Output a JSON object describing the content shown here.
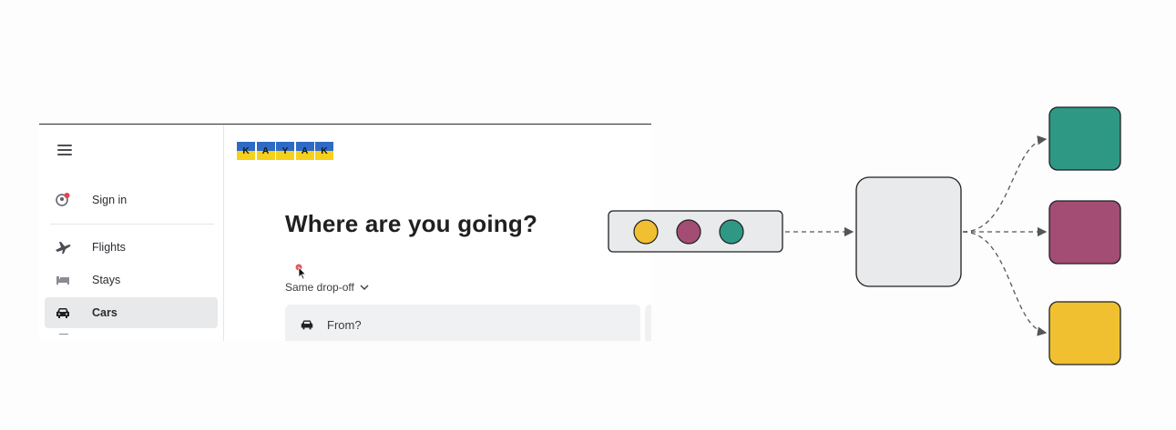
{
  "sidebar": {
    "items": [
      {
        "label": "Sign in",
        "icon": "user-alert-icon"
      },
      {
        "label": "Flights",
        "icon": "plane-icon"
      },
      {
        "label": "Stays",
        "icon": "bed-icon"
      },
      {
        "label": "Cars",
        "icon": "car-icon",
        "active": true
      }
    ]
  },
  "logo": {
    "letters": [
      "K",
      "A",
      "Y",
      "A",
      "K"
    ],
    "colors": {
      "top": "#2f6bc6",
      "bottom": "#f6d11b"
    }
  },
  "main": {
    "headline": "Where are you going?",
    "dropoff_label": "Same drop-off",
    "from_placeholder": "From?"
  },
  "diagram": {
    "input_dots": [
      "#f0c030",
      "#a34d74",
      "#2e9885"
    ],
    "outputs": [
      "#2e9885",
      "#a34d74",
      "#f0c030"
    ],
    "processor_fill": "#e8eaeb"
  },
  "colors": {
    "accent": "#e8414a",
    "active_bg": "#e7e9eb"
  }
}
